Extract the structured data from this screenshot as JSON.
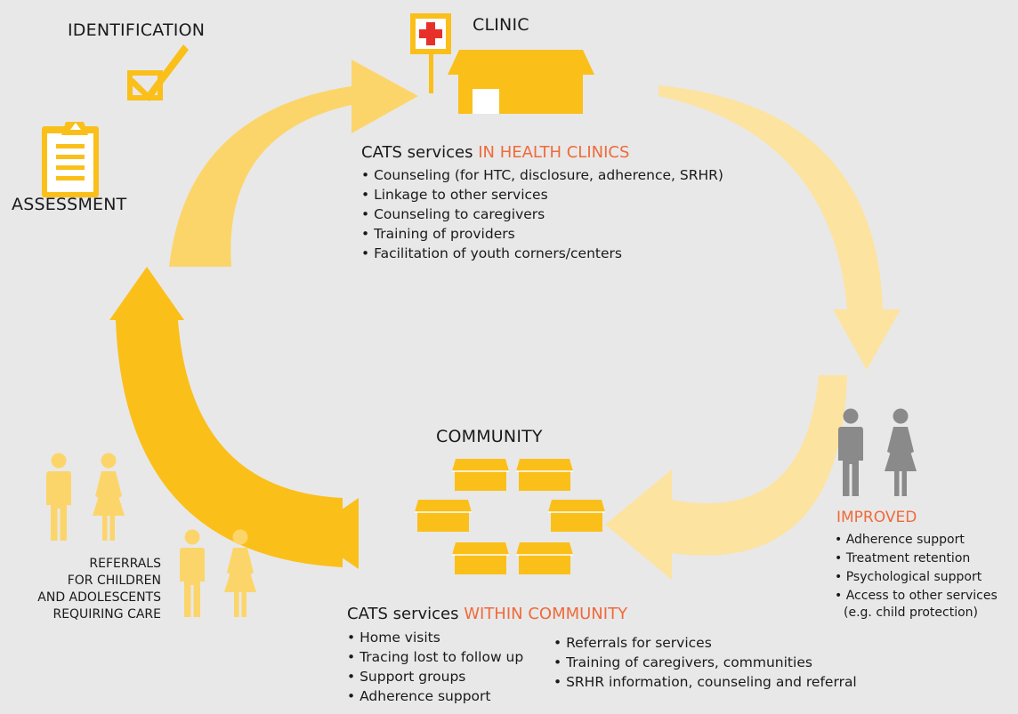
{
  "labels": {
    "identification": "IDENTIFICATION",
    "clinic": "CLINIC",
    "assessment": "ASSESSMENT",
    "community": "COMMUNITY",
    "improved": "IMPROVED",
    "referrals": [
      "REFERRALS",
      "FOR CHILDREN",
      "AND ADOLESCENTS",
      "REQUIRING CARE"
    ]
  },
  "clinic_services": {
    "prefix": "CATS services ",
    "highlight": "IN HEALTH CLINICS",
    "items": [
      "Counseling (for HTC, disclosure, adherence, SRHR)",
      "Linkage to other services",
      "Counseling to caregivers",
      "Training of providers",
      "Facilitation of youth corners/centers"
    ]
  },
  "community_services": {
    "prefix": "CATS services ",
    "highlight": "WITHIN COMMUNITY",
    "items_left": [
      "Home visits",
      "Tracing lost to follow up",
      "Support groups",
      "Adherence support"
    ],
    "items_right": [
      "Referrals for services",
      "Training of caregivers, communities",
      "SRHR information, counseling and referral"
    ]
  },
  "improved_items": [
    "Adherence support",
    "Treatment retention",
    "Psychological support",
    "Access to other services"
  ],
  "improved_note": "(e.g. child protection)",
  "colors": {
    "background": "#e8e8e8",
    "yellow": "#fbbf1a",
    "yellow_light": "#fcd56a",
    "yellow_pale": "#fde3a0",
    "accent": "#ef6a3a",
    "gray": "#8a8a8a",
    "red": "#e8302a"
  }
}
